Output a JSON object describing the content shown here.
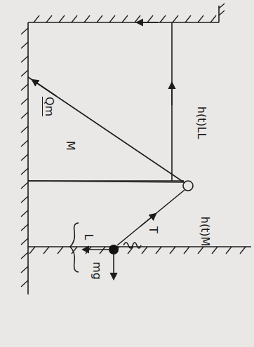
{
  "diagram": {
    "nodes": [
      {
        "text": [
          "M"
        ]
      }
    ],
    "labels": [
      "h(t)LL",
      "Qm",
      "T",
      "h(t)M",
      "mg",
      "L"
    ]
  }
}
